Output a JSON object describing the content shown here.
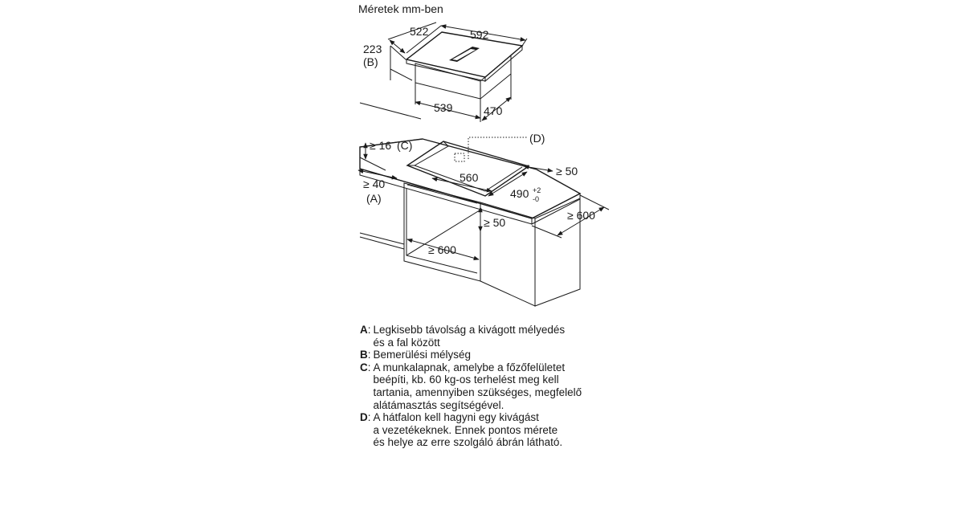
{
  "diagram": {
    "title": "Méretek mm-ben",
    "product": {
      "width": "592",
      "depth": "522",
      "height": "223",
      "height_key": "(B)",
      "body_width": "539",
      "body_depth": "470"
    },
    "installation": {
      "front_distance": "≥ 40",
      "front_distance_key": "(A)",
      "worktop_thickness": "≥ 16",
      "worktop_thickness_key": "(C)",
      "rear_cutout_key": "(D)",
      "cutout_width": "560",
      "cutout_depth": "490",
      "cutout_tol_plus": "+2",
      "cutout_tol_minus": "-0",
      "side_distance": "≥ 50",
      "rear_gap": "≥ 50",
      "worktop_depth": "≥ 600",
      "cabinet_width": "≥ 600"
    }
  },
  "legend": [
    {
      "key": "A",
      "lines": [
        "Legkisebb távolság a kivágott mélyedés",
        "és a fal között"
      ]
    },
    {
      "key": "B",
      "lines": [
        "Bemerülési mélység"
      ]
    },
    {
      "key": "C",
      "lines": [
        "A munkalapnak, amelybe a főzőfelületet",
        "beépíti, kb. 60 kg-os terhelést meg kell",
        "tartania, amennyiben szükséges, megfelelő",
        "alátámasztás segítségével."
      ]
    },
    {
      "key": "D",
      "lines": [
        "A hátfalon kell hagyni egy kivágást",
        "a vezetékeknek. Ennek pontos mérete",
        "és helye az erre szolgáló ábrán látható."
      ]
    }
  ]
}
